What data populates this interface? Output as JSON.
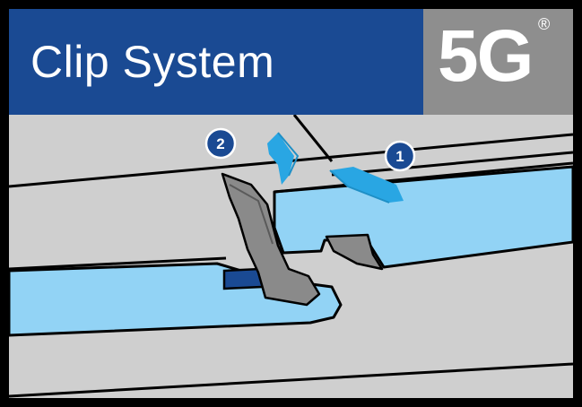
{
  "banner": {
    "title": "Clip System",
    "brand": "5G",
    "brand_mark": "®"
  },
  "steps": [
    {
      "number": "1"
    },
    {
      "number": "2"
    }
  ],
  "colors": {
    "banner_blue": "#1a4a93",
    "brand_gray": "#8e8e8e",
    "floor_gray": "#cfcfcf",
    "panel_blue": "#92d3f5",
    "arrow_blue": "#29a6e3",
    "badge_blue": "#1a4a93",
    "clip_gray": "#8a8a8a"
  },
  "icons": [
    "arrow-1-icon",
    "arrow-2-icon",
    "step-1-badge",
    "step-2-badge",
    "clip-icon"
  ]
}
